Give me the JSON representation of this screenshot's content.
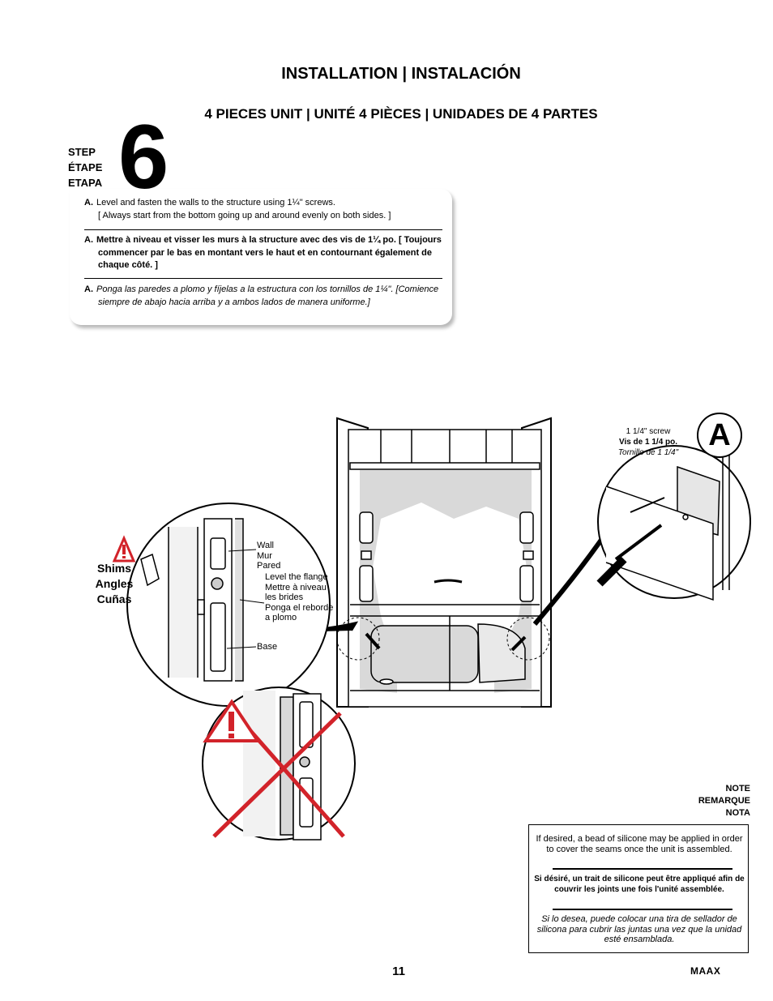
{
  "header": {
    "title": "INSTALLATION | INSTALACIÓN",
    "subtitle": "4 PIECES UNIT | UNITÉ 4 PIÈCES | UNIDADES DE 4 PARTES"
  },
  "step": {
    "words": [
      "STEP",
      "ÉTAPE",
      "ETAPA"
    ],
    "number": "6"
  },
  "instructions": {
    "en": {
      "lead": "A.",
      "text": "Level and fasten the walls to the structure using 1¼\" screws.",
      "text2": "[ Always start from the bottom going up and around evenly on both sides. ]"
    },
    "fr": {
      "lead": "A.",
      "text": "Mettre à niveau et visser les murs à la structure avec des vis de 1¼ po.   [ Toujours commencer par le bas en montant vers le haut et en contournant également de chaque côté. ]"
    },
    "es": {
      "lead": "A.",
      "text": "Ponga las paredes a plomo y fíjelas a la estructura con los tornillos de 1¼\". [Comience siempre de abajo hacia arriba y a ambos lados de manera uniforme.]"
    }
  },
  "diagram": {
    "shims": [
      "Shims",
      "Angles",
      "Cuñas"
    ],
    "wall_label": [
      "Wall",
      "Mur",
      "Pared"
    ],
    "flange_label": [
      "Level the flange",
      "Mettre à niveau",
      "les brides",
      "Ponga el reborde",
      "a plomo"
    ],
    "base_label": "Base",
    "callout_letter": "A",
    "screw_label": [
      "1 1/4\" screw",
      "Vis de 1 1/4 po.",
      "Tornillo de 1 1/4\""
    ]
  },
  "note": {
    "heading": [
      "NOTE",
      "REMARQUE",
      "NOTA"
    ],
    "en": "If desired, a bead of silicone may be applied in order to cover the seams once the unit is assembled.",
    "fr": "Si désiré, un trait de silicone peut être appliqué afin de couvrir les joints une fois l'unité assemblée.",
    "es": "Si lo desea, puede colocar una tira de sellador de silicona para cubrir las juntas una vez que la unidad esté ensamblada."
  },
  "footer": {
    "page_number": "11",
    "brand": "MAAX"
  },
  "colors": {
    "warning_red": "#d2232a",
    "shower_gray": "#d9d9d9"
  }
}
